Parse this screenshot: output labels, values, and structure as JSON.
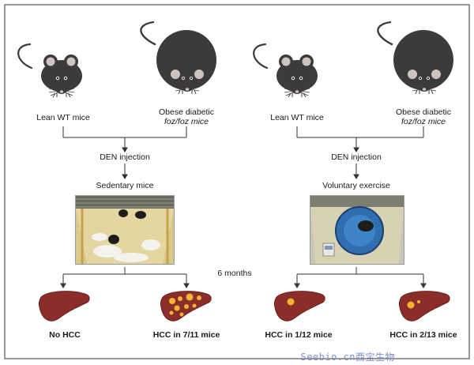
{
  "left_panel": {
    "mouse_lean_label": "Lean WT mice",
    "mouse_obese_label_line1": "Obese diabetic",
    "mouse_obese_label_line2": "foz/foz mice",
    "injection_label": "DEN injection",
    "condition_label": "Sedentary mice",
    "outcome_left": "No HCC",
    "outcome_right": "HCC in 7/11 mice"
  },
  "right_panel": {
    "mouse_lean_label": "Lean WT mice",
    "mouse_obese_label_line1": "Obese diabetic",
    "mouse_obese_label_line2": "foz/foz mice",
    "injection_label": "DEN injection",
    "condition_label": "Voluntary exercise",
    "outcome_left": "HCC in 1/12 mice",
    "outcome_right": "HCC in 2/13 mice"
  },
  "duration_label": "6 months",
  "watermark": "Seebio.cn西宝生物",
  "colors": {
    "mouse_body": "#3d3a3b",
    "mouse_ear_inner": "#cfc3c0",
    "liver": "#8b2e2a",
    "tumor": "#f2b533",
    "frame": "#555555"
  }
}
